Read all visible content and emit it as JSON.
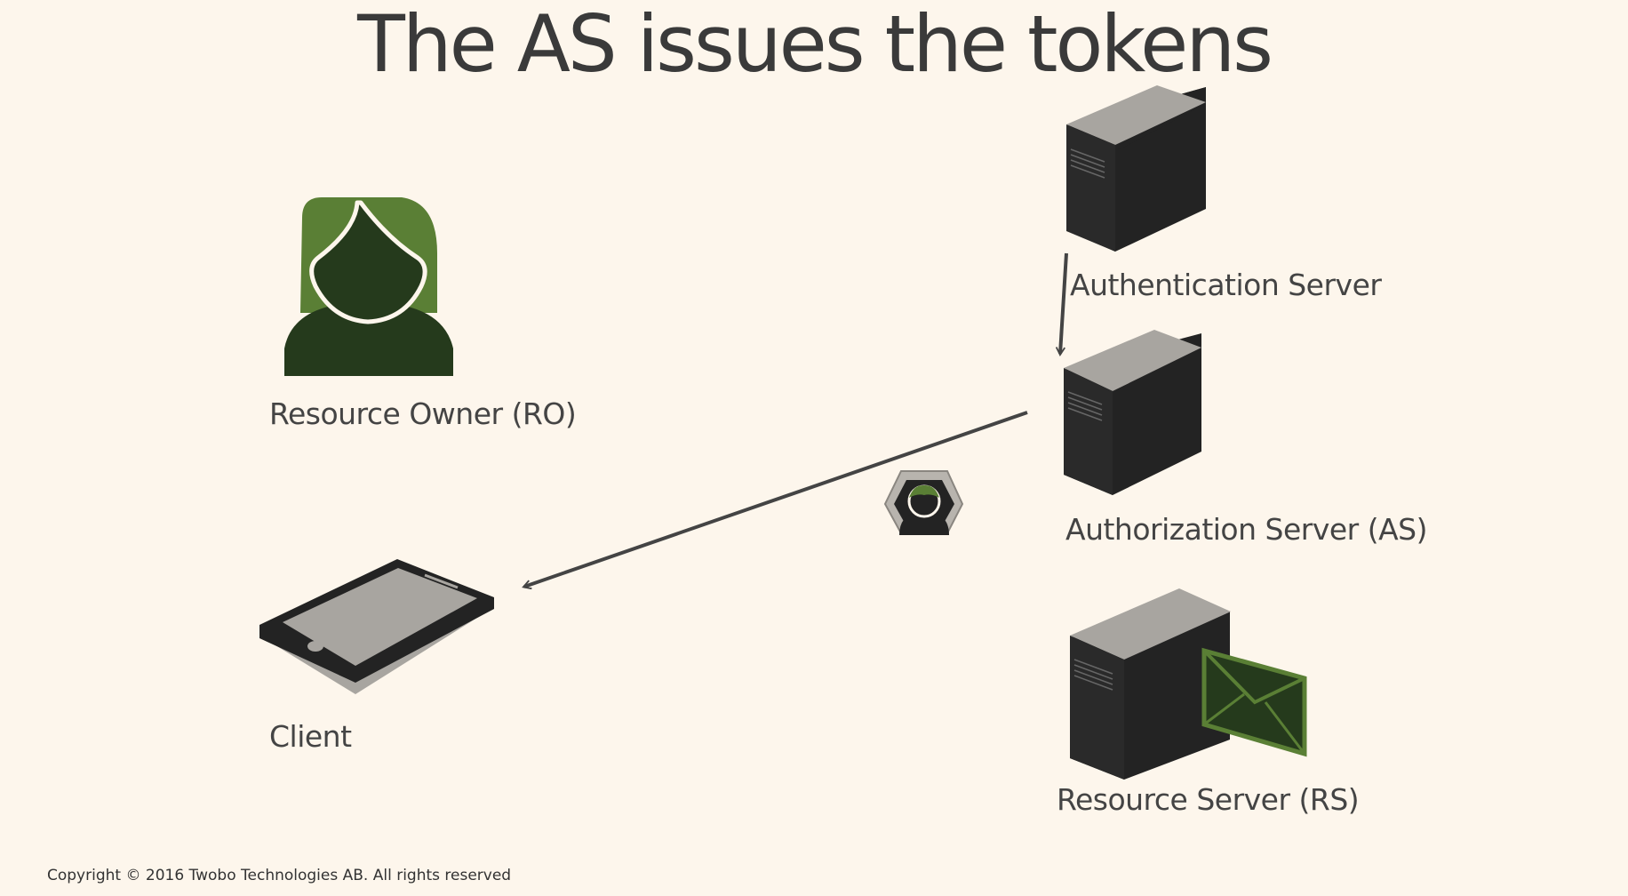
{
  "slide": {
    "title": "The AS issues the tokens",
    "footer": "Copyright © 2016 Twobo Technologies AB. All rights reserved"
  },
  "nodes": {
    "resource_owner": {
      "label": "Resource Owner (RO)",
      "icon": "person-icon"
    },
    "client": {
      "label": "Client",
      "icon": "tablet-icon"
    },
    "authentication_server": {
      "label": "Authentication Server",
      "icon": "server-icon"
    },
    "authorization_server": {
      "label": "Authorization Server (AS)",
      "icon": "server-icon"
    },
    "resource_server": {
      "label": "Resource Server (RS)",
      "icon": "server-with-envelope-icon"
    }
  },
  "edges": [
    {
      "from": "authentication_server",
      "to": "authorization_server"
    },
    {
      "from": "authorization_server",
      "to": "client",
      "carries": "token-icon"
    }
  ],
  "colors": {
    "background": "#fdf6ec",
    "accent_green": "#5a7f35",
    "dark_green": "#253a1c",
    "server_body": "#232323",
    "server_top": "#a8a5a0",
    "arrow": "#444444"
  }
}
